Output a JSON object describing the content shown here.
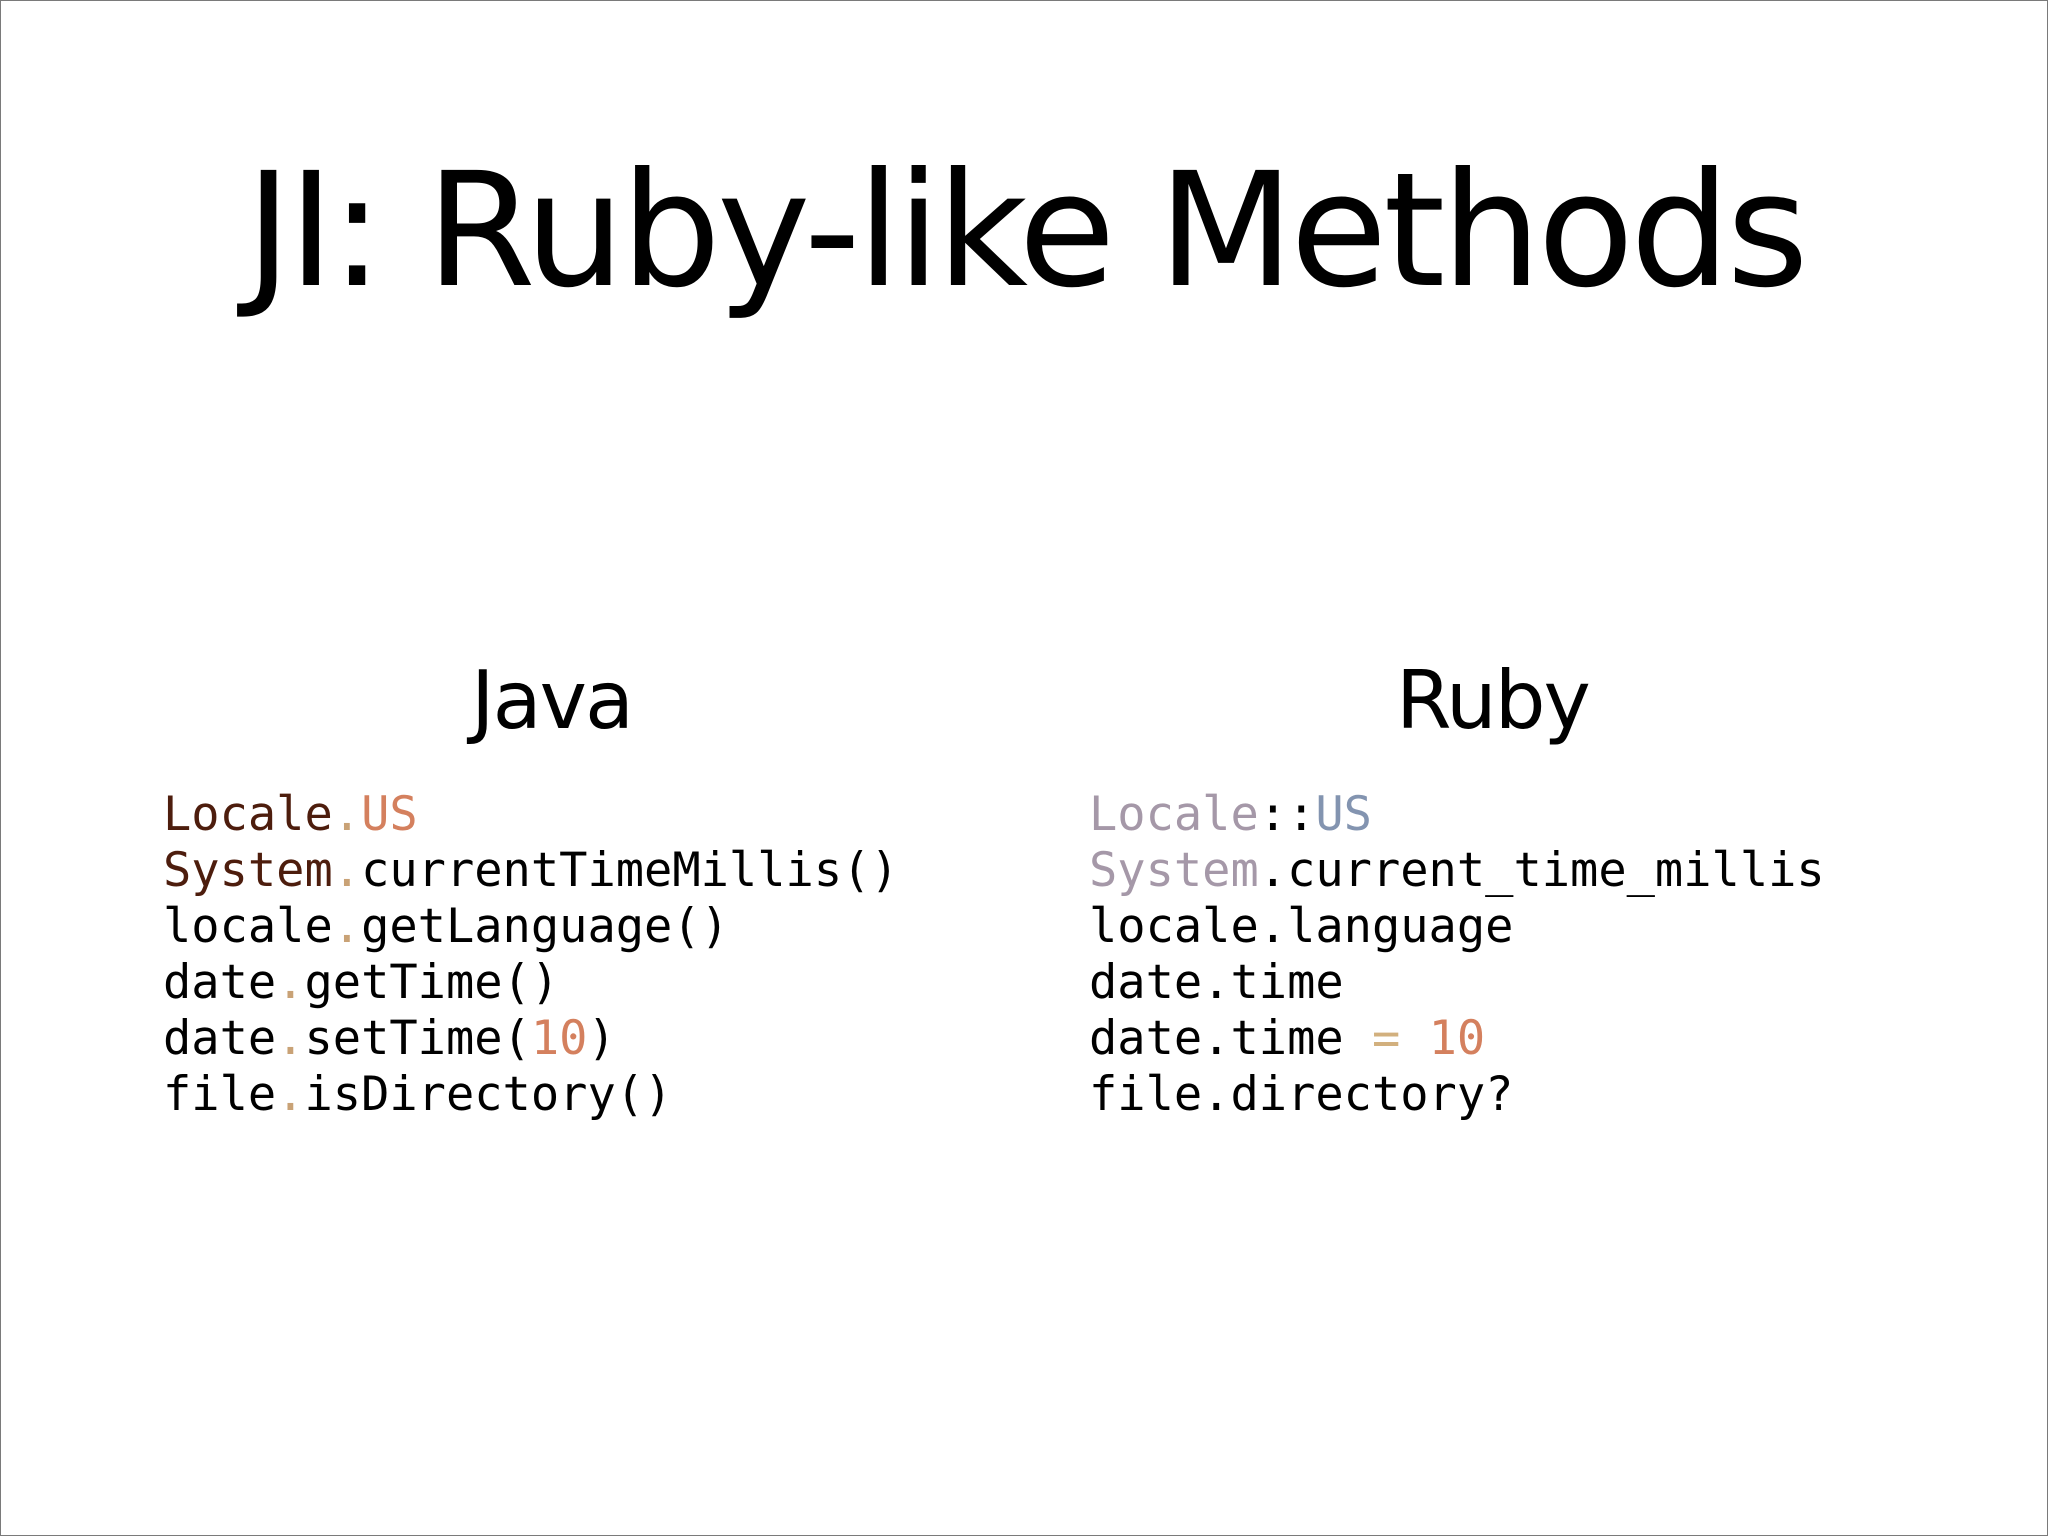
{
  "slide": {
    "title": "JI: Ruby-like Methods",
    "columns": [
      {
        "heading": "Java",
        "lines": [
          [
            {
              "text": "Locale",
              "color": "#4d1d0d"
            },
            {
              "text": ".",
              "color": "#c9a276"
            },
            {
              "text": "US",
              "color": "#d4805e"
            }
          ],
          [
            {
              "text": "System",
              "color": "#4d1d0d"
            },
            {
              "text": ".",
              "color": "#c9a276"
            },
            {
              "text": "currentTimeMillis()",
              "color": "#000000"
            }
          ],
          [
            {
              "text": "locale",
              "color": "#000000"
            },
            {
              "text": ".",
              "color": "#c9a276"
            },
            {
              "text": "getLanguage()",
              "color": "#000000"
            }
          ],
          [
            {
              "text": "date",
              "color": "#000000"
            },
            {
              "text": ".",
              "color": "#c9a276"
            },
            {
              "text": "getTime()",
              "color": "#000000"
            }
          ],
          [
            {
              "text": "date",
              "color": "#000000"
            },
            {
              "text": ".",
              "color": "#c9a276"
            },
            {
              "text": "setTime(",
              "color": "#000000"
            },
            {
              "text": "10",
              "color": "#d4805e"
            },
            {
              "text": ")",
              "color": "#000000"
            }
          ],
          [
            {
              "text": "file",
              "color": "#000000"
            },
            {
              "text": ".",
              "color": "#c9a276"
            },
            {
              "text": "isDirectory()",
              "color": "#000000"
            }
          ]
        ]
      },
      {
        "heading": "Ruby",
        "lines": [
          [
            {
              "text": "Locale",
              "color": "#a598a8"
            },
            {
              "text": "::",
              "color": "#000000"
            },
            {
              "text": "US",
              "color": "#8394b0"
            }
          ],
          [
            {
              "text": "System",
              "color": "#a598a8"
            },
            {
              "text": ".current_time_millis",
              "color": "#000000"
            }
          ],
          [
            {
              "text": "locale.language",
              "color": "#000000"
            }
          ],
          [
            {
              "text": "date.time",
              "color": "#000000"
            }
          ],
          [
            {
              "text": "date.time ",
              "color": "#000000"
            },
            {
              "text": "=",
              "color": "#d2b07e"
            },
            {
              "text": " ",
              "color": "#000000"
            },
            {
              "text": "10",
              "color": "#d4805e"
            }
          ],
          [
            {
              "text": "file.directory?",
              "color": "#000000"
            }
          ]
        ]
      }
    ]
  }
}
